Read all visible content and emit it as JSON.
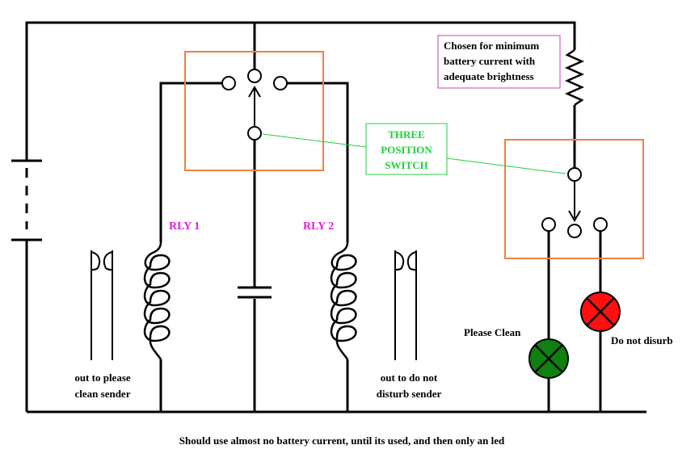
{
  "labels": {
    "rly1": "RLY 1",
    "rly2": "RLY 2",
    "switch_line1": "THREE",
    "switch_line2": "POSITION",
    "switch_line3": "SWITCH",
    "resistor_note_line1": "Chosen for minimum",
    "resistor_note_line2": "battery current with",
    "resistor_note_line3": "adequate brightness",
    "please_clean": "Please Clean",
    "do_not_disturb": "Do not disurb",
    "out_clean_line1": "out to please",
    "out_clean_line2": "clean sender",
    "out_dnd_line1": "out to do not",
    "out_dnd_line2": "disturb sender",
    "footer": "Should use almost no battery current, until its used, and then only an led"
  },
  "colors": {
    "wire": "#000000",
    "switch_box": "#f08040",
    "relay_label": "#e020e0",
    "switch_label": "#20d040",
    "note_border": "#c040c0",
    "lamp_green": "#108010",
    "lamp_red": "#ff1010"
  }
}
